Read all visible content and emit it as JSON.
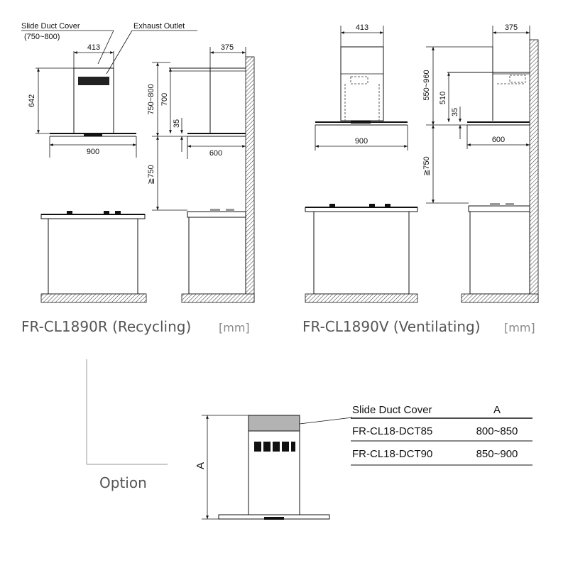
{
  "recycling": {
    "callout_slide_duct_cover": "Slide Duct Cover",
    "callout_slide_range": "(750~800)",
    "callout_exhaust_outlet": "Exhaust Outlet",
    "dim_413": "413",
    "dim_642": "642",
    "dim_900": "900",
    "dim_375": "375",
    "dim_750_800": "750~800",
    "dim_700": "700",
    "dim_35": "35",
    "dim_600": "600",
    "dim_ge750": "≧750",
    "caption": "FR-CL1890R (Recycling)",
    "unit": "[mm]"
  },
  "ventilating": {
    "dim_413": "413",
    "dim_900": "900",
    "dim_375": "375",
    "dim_550_960": "550~960",
    "dim_510": "510",
    "dim_35": "35",
    "dim_600": "600",
    "dim_ge750": "≧750",
    "caption": "FR-CL1890V (Ventilating)",
    "unit": "[mm]"
  },
  "option": {
    "label": "Option",
    "dim_a": "A",
    "table": {
      "header_name": "Slide Duct Cover",
      "header_value": "A",
      "rows": [
        {
          "name": "FR-CL18-DCT85",
          "value": "800~850"
        },
        {
          "name": "FR-CL18-DCT90",
          "value": "850~900"
        }
      ]
    }
  }
}
